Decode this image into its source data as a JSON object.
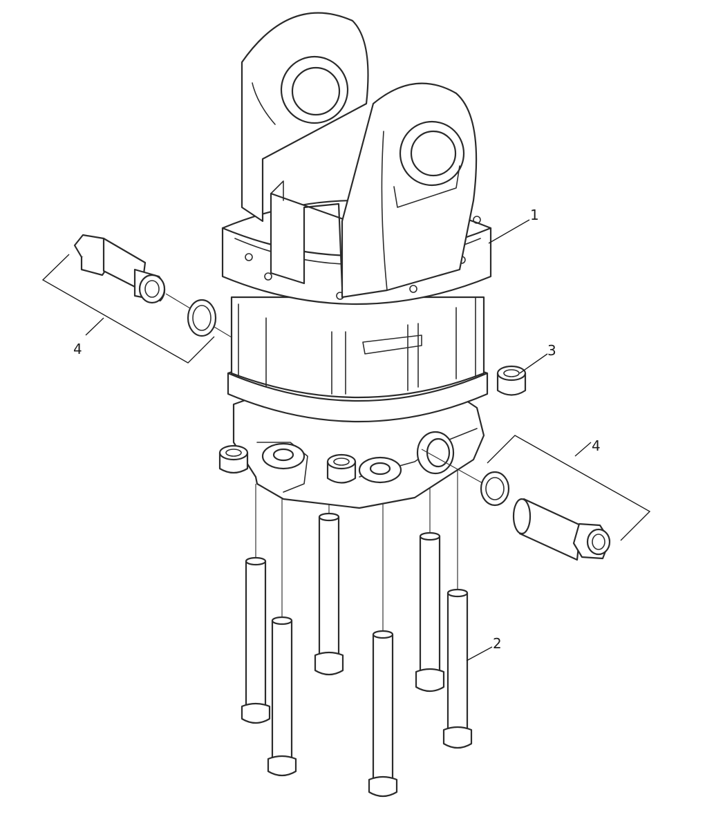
{
  "callouts": [
    {
      "id": "1",
      "label": "1",
      "part": "rotator-body"
    },
    {
      "id": "2",
      "label": "2",
      "part": "socket-head-bolt"
    },
    {
      "id": "3",
      "label": "3",
      "part": "plug-nut"
    },
    {
      "id": "4a",
      "label": "4",
      "part": "fitting-and-seal-left"
    },
    {
      "id": "4b",
      "label": "4",
      "part": "fitting-and-seal-right"
    }
  ],
  "colors": {
    "line": "#2a2a2a",
    "background": "#ffffff",
    "shade": "#e9e9e9"
  }
}
